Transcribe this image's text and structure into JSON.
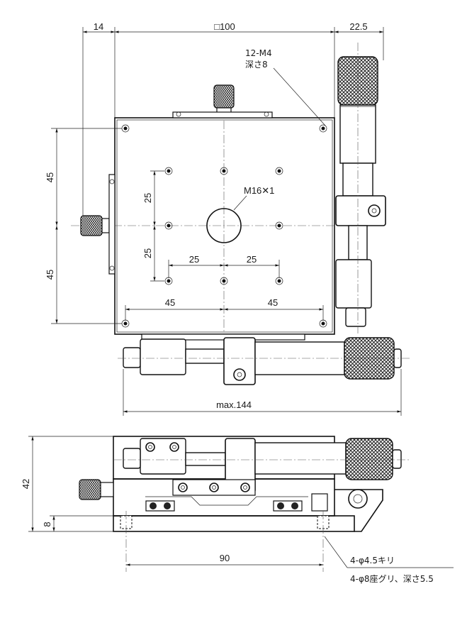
{
  "top_view": {
    "dim_left_offset": "14",
    "dim_width": "□100",
    "dim_micrometer": "22.5",
    "tap_note_line1": "12-M4",
    "tap_note_line2": "深さ8",
    "center_hole": "M16✕1",
    "dim_v_upper_45": "45",
    "dim_v_lower_45": "45",
    "dim_v_upper_25": "25",
    "dim_v_lower_25": "25",
    "dim_h_left_25": "25",
    "dim_h_right_25": "25",
    "dim_h_left_45": "45",
    "dim_h_right_45": "45",
    "dim_max": "max.144"
  },
  "side_view": {
    "dim_height": "42",
    "dim_base": "8",
    "dim_pitch": "90",
    "hole_note_line1": "4-φ4.5キリ",
    "hole_note_line2": "4-φ8座グリ、深さ5.5"
  },
  "colors": {
    "line": "#111111",
    "fill": "#ffffff",
    "knurl": "#333333"
  }
}
